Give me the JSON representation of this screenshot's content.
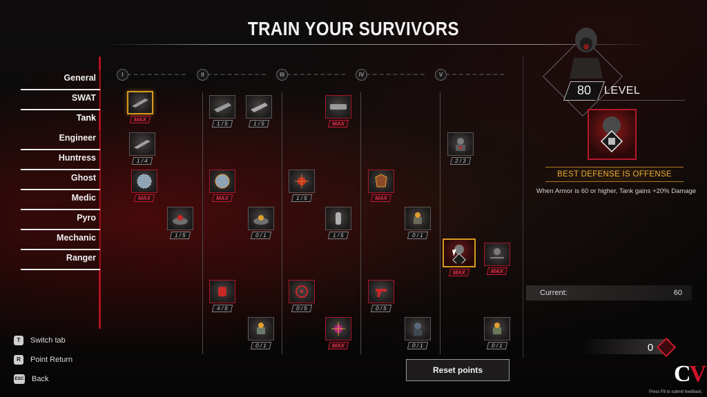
{
  "title": "TRAIN YOUR SURVIVORS",
  "sidebar": {
    "tabs": [
      {
        "label": "General",
        "active": false
      },
      {
        "label": "SWAT",
        "active": false
      },
      {
        "label": "Tank",
        "active": true
      },
      {
        "label": "Engineer",
        "active": false
      },
      {
        "label": "Huntress",
        "active": false
      },
      {
        "label": "Ghost",
        "active": false
      },
      {
        "label": "Medic",
        "active": false
      },
      {
        "label": "Pyro",
        "active": false
      },
      {
        "label": "Mechanic",
        "active": false
      },
      {
        "label": "Ranger",
        "active": false
      }
    ]
  },
  "tree": {
    "columns": [
      "I",
      "II",
      "III",
      "IV",
      "V"
    ],
    "nodes": [
      {
        "id": "shotgun",
        "progress": "MAX",
        "icon": "shotgun-icon",
        "selected": true
      },
      {
        "id": "shotgun-mod",
        "progress": "1 / 4",
        "icon": "shotgun-icon"
      },
      {
        "id": "sawblade-1",
        "progress": "MAX",
        "icon": "sawblade-icon"
      },
      {
        "id": "landmine-1",
        "progress": "1 / 5",
        "icon": "landmine-icon"
      },
      {
        "id": "launcher-1",
        "progress": "1 / 5",
        "icon": "launcher-icon"
      },
      {
        "id": "sawblade-2",
        "progress": "MAX",
        "icon": "sawblade-icon"
      },
      {
        "id": "fist-1",
        "progress": "4 / 5",
        "icon": "fist-icon"
      },
      {
        "id": "launcher-2",
        "progress": "1 / 5",
        "icon": "launcher-icon"
      },
      {
        "id": "landmine-2",
        "progress": "0 / 1",
        "icon": "landmine-icon"
      },
      {
        "id": "turret-1",
        "progress": "0 / 1",
        "icon": "turret-icon"
      },
      {
        "id": "spider-1",
        "progress": "1 / 5",
        "icon": "spider-icon"
      },
      {
        "id": "target-1",
        "progress": "0 / 5",
        "icon": "target-icon"
      },
      {
        "id": "gatling-1",
        "progress": "MAX",
        "icon": "gatling-icon"
      },
      {
        "id": "grenade-1",
        "progress": "1 / 5",
        "icon": "grenade-icon"
      },
      {
        "id": "spider-2",
        "progress": "MAX",
        "icon": "spider-icon"
      },
      {
        "id": "armor-1",
        "progress": "MAX",
        "icon": "armor-icon"
      },
      {
        "id": "pistol-1",
        "progress": "0 / 5",
        "icon": "pistol-icon"
      },
      {
        "id": "turret-2",
        "progress": "0 / 1",
        "icon": "turret-icon"
      },
      {
        "id": "soldier-1",
        "progress": "0 / 1",
        "icon": "soldier-icon"
      },
      {
        "id": "mech-1",
        "progress": "2 / 3",
        "icon": "mech-icon"
      },
      {
        "id": "best-defense",
        "progress": "MAX",
        "icon": "armor-helmet-icon",
        "hovered": true
      },
      {
        "id": "soldier-2",
        "progress": "MAX",
        "icon": "soldier-icon"
      },
      {
        "id": "turret-3",
        "progress": "0 / 1",
        "icon": "turret-icon"
      }
    ]
  },
  "details": {
    "level": "80",
    "level_label": "LEVEL",
    "skill_name": "BEST DEFENSE IS OFFENSE",
    "skill_desc": "When Armor is 60 or higher, Tank gains +20% Damage",
    "current_label": "Current:",
    "current_value": "60",
    "points_available": "0"
  },
  "buttons": {
    "reset": "Reset points"
  },
  "hints": [
    {
      "key": "T",
      "label": "Switch tab"
    },
    {
      "key": "R",
      "label": "Point Return"
    },
    {
      "key": "ESC",
      "label": "Back"
    }
  ],
  "logo": {
    "c": "C",
    "v": "V"
  },
  "feedback": "Press F8 to submit feedback.",
  "colors": {
    "accent_red": "#c41a2c",
    "gold": "#d99a22",
    "skill_name": "#e8b23a"
  }
}
